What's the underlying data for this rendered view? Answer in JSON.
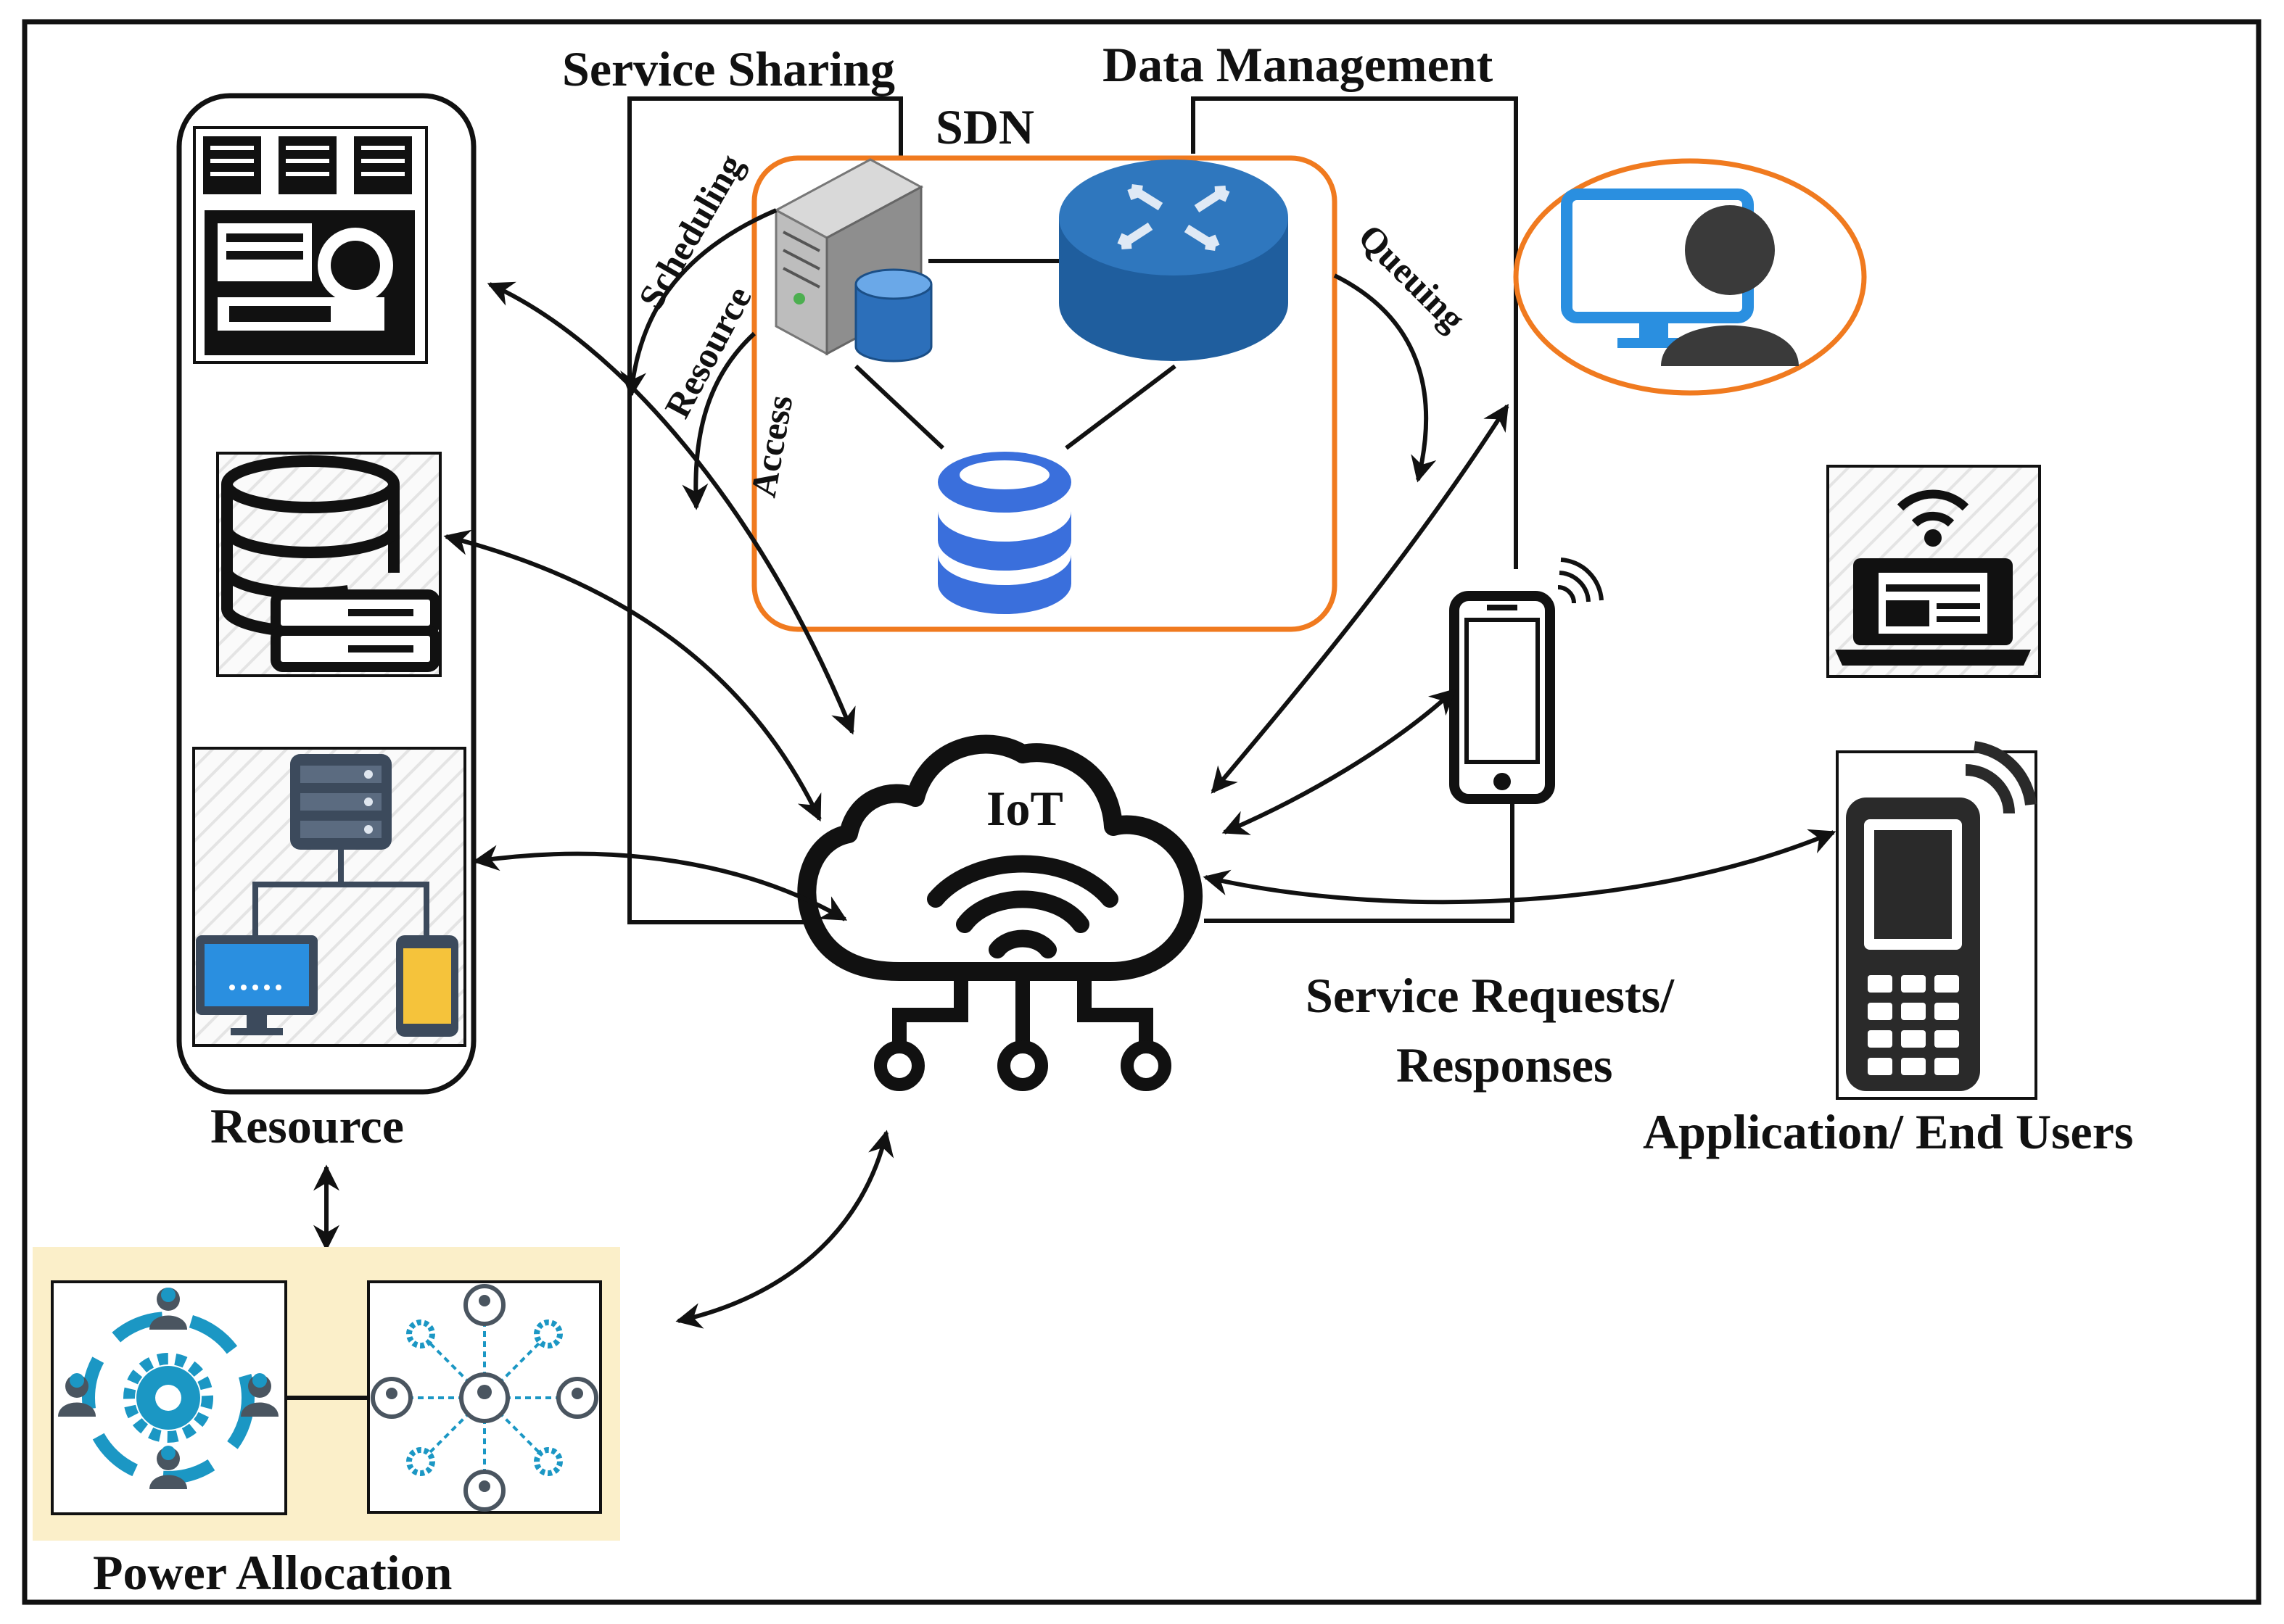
{
  "labels": {
    "service_sharing": "Service Sharing",
    "data_management": "Data Management",
    "sdn": "SDN",
    "scheduling": "Scheduling",
    "resource_arc": "Resource",
    "access": "Access",
    "queuing": "Queuing",
    "iot": "IoT",
    "service_requests_1": "Service Requests/",
    "service_requests_2": "Responses",
    "application_end_users": "Application/ End Users",
    "resource": "Resource",
    "power_allocation": "Power Allocation"
  },
  "colors": {
    "sdn_border": "#f07a1f",
    "user_ellipse": "#f07a1f",
    "power_panel": "#fbefc9",
    "db_blue": "#3a6fdc",
    "router_blue": "#1f5e9e",
    "monitor_blue": "#2a8fe0",
    "gear_blue": "#1b97c4",
    "phone_yellow": "#f5c33b"
  },
  "icons": {
    "server_rack": "server-rack-icon",
    "database_server": "database-server-icon",
    "network_devices": "network-devices-icon",
    "sdn_server": "server-tower-icon",
    "router": "router-icon",
    "sdn_database": "database-icon",
    "user_monitor": "user-monitor-icon",
    "smartphone": "smartphone-wifi-icon",
    "iot_cloud": "iot-cloud-icon",
    "wifi_laptop": "wifi-laptop-icon",
    "mobile_phone": "mobile-phone-icon",
    "team_gear": "team-gear-icon",
    "network_people": "network-people-icon"
  }
}
